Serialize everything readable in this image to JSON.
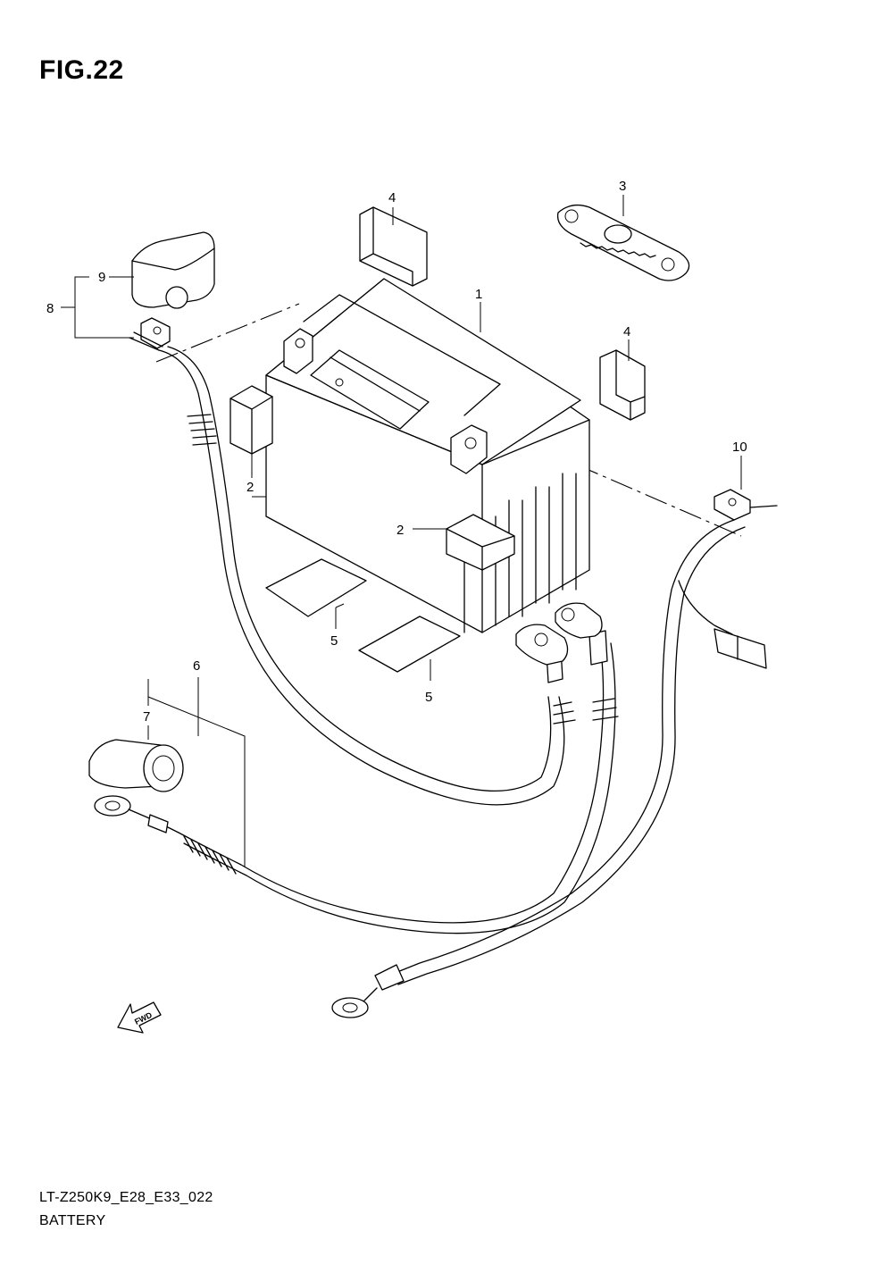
{
  "figure": {
    "title": "FIG.22",
    "model_code": "LT-Z250K9_E28_E33_022",
    "section_name": "BATTERY"
  },
  "callouts": {
    "c1": "1",
    "c2a": "2",
    "c2b": "2",
    "c3": "3",
    "c4a": "4",
    "c4b": "4",
    "c5a": "5",
    "c5b": "5",
    "c6": "6",
    "c7": "7",
    "c8": "8",
    "c9": "9",
    "c10": "10"
  },
  "fwd_arrow_label": "FWD"
}
